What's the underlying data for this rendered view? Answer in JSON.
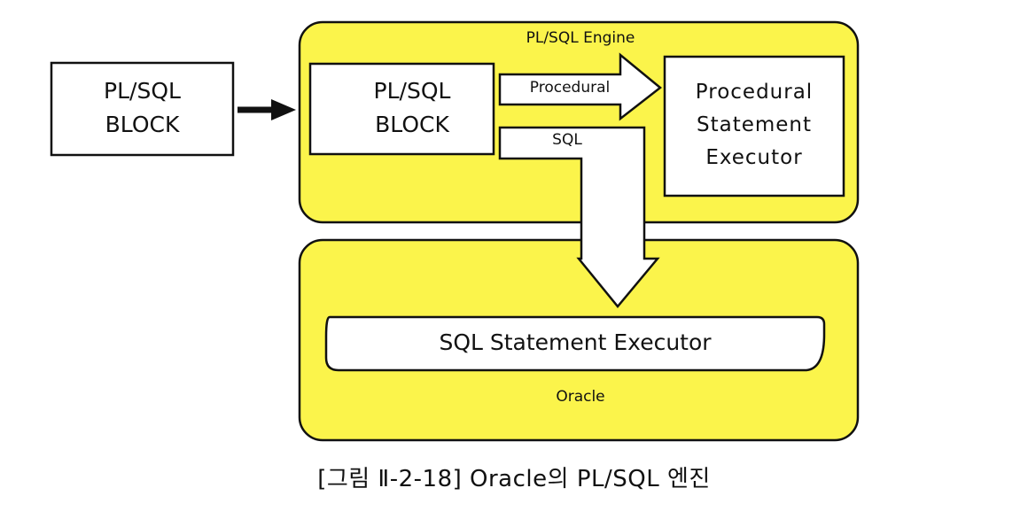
{
  "diagram": {
    "external_block": {
      "line1": "PL/SQL",
      "line2": "BLOCK"
    },
    "engine": {
      "title": "PL/SQL Engine",
      "inner_block": {
        "line1": "PL/SQL",
        "line2": "BLOCK"
      },
      "procedural_arrow_label": "Procedural",
      "sql_arrow_label": "SQL",
      "executor": {
        "line1": "Procedural",
        "line2": "Statement",
        "line3": "Executor"
      }
    },
    "oracle": {
      "title": "Oracle",
      "sql_executor": "SQL Statement Executor"
    },
    "colors": {
      "container_fill": "#fbf44b",
      "box_fill": "#ffffff",
      "stroke": "#111111"
    }
  },
  "caption": "[그림 Ⅱ-2-18] Oracle의 PL/SQL 엔진"
}
